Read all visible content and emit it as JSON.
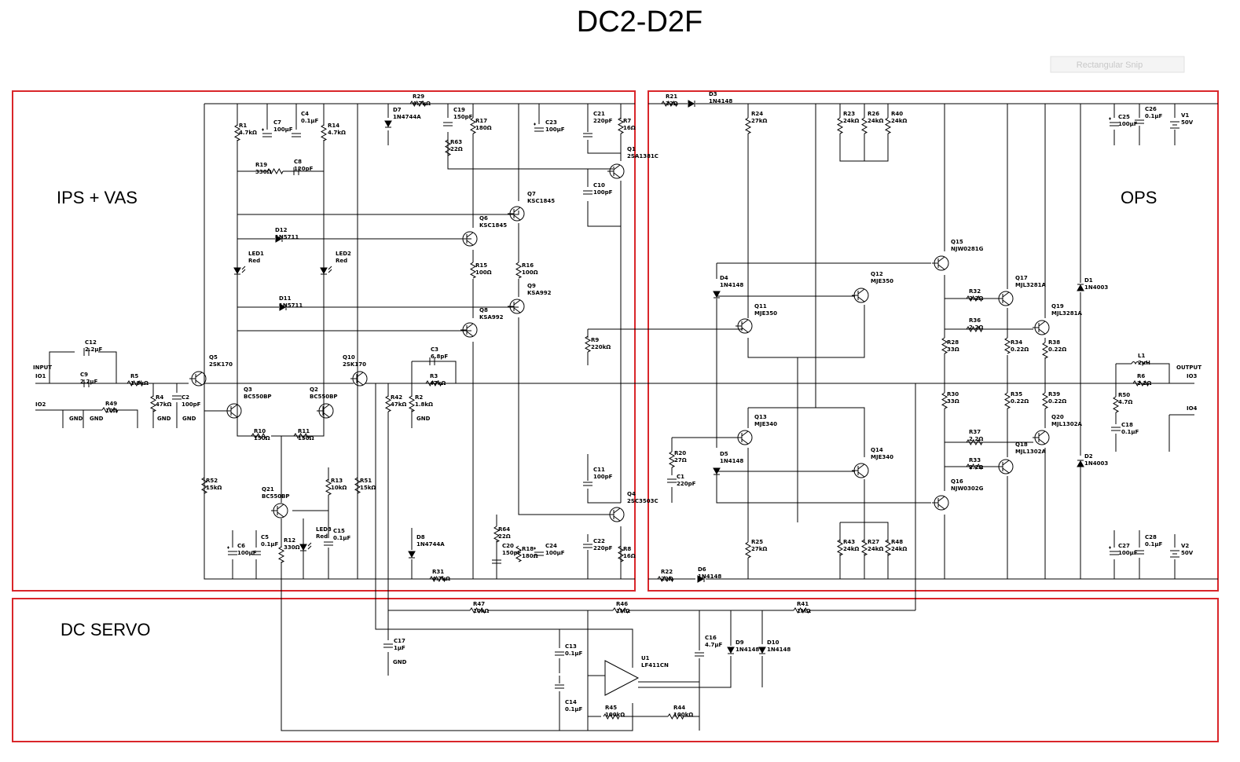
{
  "title": "DC2-D2F",
  "snip_label": "Rectangular Snip",
  "sections": {
    "ips_vas": "IPS + VAS",
    "ops": "OPS",
    "dc_servo": "DC  SERVO"
  },
  "colors": {
    "section_border": "#d9262a",
    "wire": "#000000"
  },
  "components": [
    {
      "ref": "R1",
      "value": "4.7kΩ"
    },
    {
      "ref": "C7",
      "value": "100µF"
    },
    {
      "ref": "C4",
      "value": "0.1µF"
    },
    {
      "ref": "R14",
      "value": "4.7kΩ"
    },
    {
      "ref": "R19",
      "value": "330Ω"
    },
    {
      "ref": "C8",
      "value": "120pF"
    },
    {
      "ref": "D7",
      "value": "1N4744A"
    },
    {
      "ref": "R29",
      "value": "4.7kΩ"
    },
    {
      "ref": "C19",
      "value": "150pF"
    },
    {
      "ref": "R17",
      "value": "180Ω"
    },
    {
      "ref": "R63",
      "value": "22Ω"
    },
    {
      "ref": "C23",
      "value": "100µF"
    },
    {
      "ref": "C21",
      "value": "220pF"
    },
    {
      "ref": "R7",
      "value": "16Ω"
    },
    {
      "ref": "Q1",
      "value": "2SA1381C"
    },
    {
      "ref": "C10",
      "value": "100pF"
    },
    {
      "ref": "Q7",
      "value": "KSC1845"
    },
    {
      "ref": "Q6",
      "value": "KSC1845"
    },
    {
      "ref": "D12",
      "value": "1N5711"
    },
    {
      "ref": "LED1",
      "value": "Red"
    },
    {
      "ref": "LED2",
      "value": "Red"
    },
    {
      "ref": "R15",
      "value": "100Ω"
    },
    {
      "ref": "R16",
      "value": "100Ω"
    },
    {
      "ref": "Q9",
      "value": "KSA992"
    },
    {
      "ref": "D11",
      "value": "1N5711"
    },
    {
      "ref": "Q8",
      "value": "KSA992"
    },
    {
      "ref": "R9",
      "value": "220kΩ"
    },
    {
      "ref": "C12",
      "value": "2.2µF"
    },
    {
      "ref": "C9",
      "value": "2.2µF"
    },
    {
      "ref": "R5",
      "value": "1.8kΩ"
    },
    {
      "ref": "R49",
      "value": "10Ω"
    },
    {
      "ref": "R4",
      "value": "47kΩ"
    },
    {
      "ref": "C2",
      "value": "100pF"
    },
    {
      "ref": "Q5",
      "value": "2SK170"
    },
    {
      "ref": "Q10",
      "value": "2SK170"
    },
    {
      "ref": "C3",
      "value": "6.8pF"
    },
    {
      "ref": "R3",
      "value": "47kΩ"
    },
    {
      "ref": "R42",
      "value": "47kΩ"
    },
    {
      "ref": "R2",
      "value": "1.8kΩ"
    },
    {
      "ref": "Q3",
      "value": "BC550BP"
    },
    {
      "ref": "Q2",
      "value": "BC550BP"
    },
    {
      "ref": "R10",
      "value": "150Ω"
    },
    {
      "ref": "R11",
      "value": "150Ω"
    },
    {
      "ref": "R52",
      "value": "15kΩ"
    },
    {
      "ref": "Q21",
      "value": "BC550BP"
    },
    {
      "ref": "R13",
      "value": "10kΩ"
    },
    {
      "ref": "R51",
      "value": "15kΩ"
    },
    {
      "ref": "C11",
      "value": "100pF"
    },
    {
      "ref": "Q4",
      "value": "2SC3503C"
    },
    {
      "ref": "C6",
      "value": "100µF"
    },
    {
      "ref": "C5",
      "value": "0.1µF"
    },
    {
      "ref": "R12",
      "value": "330Ω"
    },
    {
      "ref": "LED3",
      "value": "Red"
    },
    {
      "ref": "C15",
      "value": "0.1µF"
    },
    {
      "ref": "D8",
      "value": "1N4744A"
    },
    {
      "ref": "R64",
      "value": "22Ω"
    },
    {
      "ref": "C20",
      "value": "150pF"
    },
    {
      "ref": "R18",
      "value": "180Ω"
    },
    {
      "ref": "C24",
      "value": "100µF"
    },
    {
      "ref": "C22",
      "value": "220pF"
    },
    {
      "ref": "R8",
      "value": "16Ω"
    },
    {
      "ref": "R31",
      "value": "4.7kΩ"
    },
    {
      "ref": "R21",
      "value": "22Ω"
    },
    {
      "ref": "D3",
      "value": "1N4148"
    },
    {
      "ref": "R24",
      "value": "27kΩ"
    },
    {
      "ref": "R23",
      "value": "24kΩ"
    },
    {
      "ref": "R26",
      "value": "24kΩ"
    },
    {
      "ref": "R40",
      "value": "24kΩ"
    },
    {
      "ref": "C25",
      "value": "100µF"
    },
    {
      "ref": "C26",
      "value": "0.1µF"
    },
    {
      "ref": "V1",
      "value": "50V"
    },
    {
      "ref": "Q15",
      "value": "NJW0281G"
    },
    {
      "ref": "D4",
      "value": "1N4148"
    },
    {
      "ref": "Q12",
      "value": "MJE350"
    },
    {
      "ref": "Q11",
      "value": "MJE350"
    },
    {
      "ref": "Q17",
      "value": "MJL3281A"
    },
    {
      "ref": "R32",
      "value": "2.2Ω"
    },
    {
      "ref": "D1",
      "value": "1N4003"
    },
    {
      "ref": "Q19",
      "value": "MJL3281A"
    },
    {
      "ref": "R36",
      "value": "2.2Ω"
    },
    {
      "ref": "R28",
      "value": "33Ω"
    },
    {
      "ref": "R34",
      "value": "0.22Ω"
    },
    {
      "ref": "R38",
      "value": "0.22Ω"
    },
    {
      "ref": "L1",
      "value": "2µH"
    },
    {
      "ref": "R6",
      "value": "2.2Ω"
    },
    {
      "ref": "R30",
      "value": "33Ω"
    },
    {
      "ref": "R35",
      "value": "0.22Ω"
    },
    {
      "ref": "R39",
      "value": "0.22Ω"
    },
    {
      "ref": "R50",
      "value": "4.7Ω"
    },
    {
      "ref": "C18",
      "value": "0.1µF"
    },
    {
      "ref": "Q13",
      "value": "MJE340"
    },
    {
      "ref": "Q20",
      "value": "MJL1302A"
    },
    {
      "ref": "R20",
      "value": "27Ω"
    },
    {
      "ref": "D5",
      "value": "1N4148"
    },
    {
      "ref": "R37",
      "value": "2.2Ω"
    },
    {
      "ref": "Q18",
      "value": "MJL1302A"
    },
    {
      "ref": "Q14",
      "value": "MJE340"
    },
    {
      "ref": "R33",
      "value": "2.2Ω"
    },
    {
      "ref": "D2",
      "value": "1N4003"
    },
    {
      "ref": "C1",
      "value": "220pF"
    },
    {
      "ref": "Q16",
      "value": "NJW0302G"
    },
    {
      "ref": "R25",
      "value": "27kΩ"
    },
    {
      "ref": "R43",
      "value": "24kΩ"
    },
    {
      "ref": "R27",
      "value": "24kΩ"
    },
    {
      "ref": "R48",
      "value": "24kΩ"
    },
    {
      "ref": "C27",
      "value": "100µF"
    },
    {
      "ref": "C28",
      "value": "0.1µF"
    },
    {
      "ref": "V2",
      "value": "50V"
    },
    {
      "ref": "R22",
      "value": "22Ω"
    },
    {
      "ref": "D6",
      "value": "1N4148"
    },
    {
      "ref": "R47",
      "value": "10kΩ"
    },
    {
      "ref": "R46",
      "value": "1MΩ"
    },
    {
      "ref": "R41",
      "value": "1MΩ"
    },
    {
      "ref": "C17",
      "value": "1µF"
    },
    {
      "ref": "C13",
      "value": "0.1µF"
    },
    {
      "ref": "U1",
      "value": "LF411CN"
    },
    {
      "ref": "C16",
      "value": "4.7µF"
    },
    {
      "ref": "D9",
      "value": "1N4148"
    },
    {
      "ref": "D10",
      "value": "1N4148"
    },
    {
      "ref": "C14",
      "value": "0.1µF"
    },
    {
      "ref": "R45",
      "value": "100kΩ"
    },
    {
      "ref": "R44",
      "value": "100kΩ"
    }
  ],
  "net_labels": {
    "input": "INPUT",
    "io1": "IO1",
    "io2": "IO2",
    "output": "OUTPUT",
    "io3": "IO3",
    "io4": "IO4",
    "gnd": "GND"
  }
}
